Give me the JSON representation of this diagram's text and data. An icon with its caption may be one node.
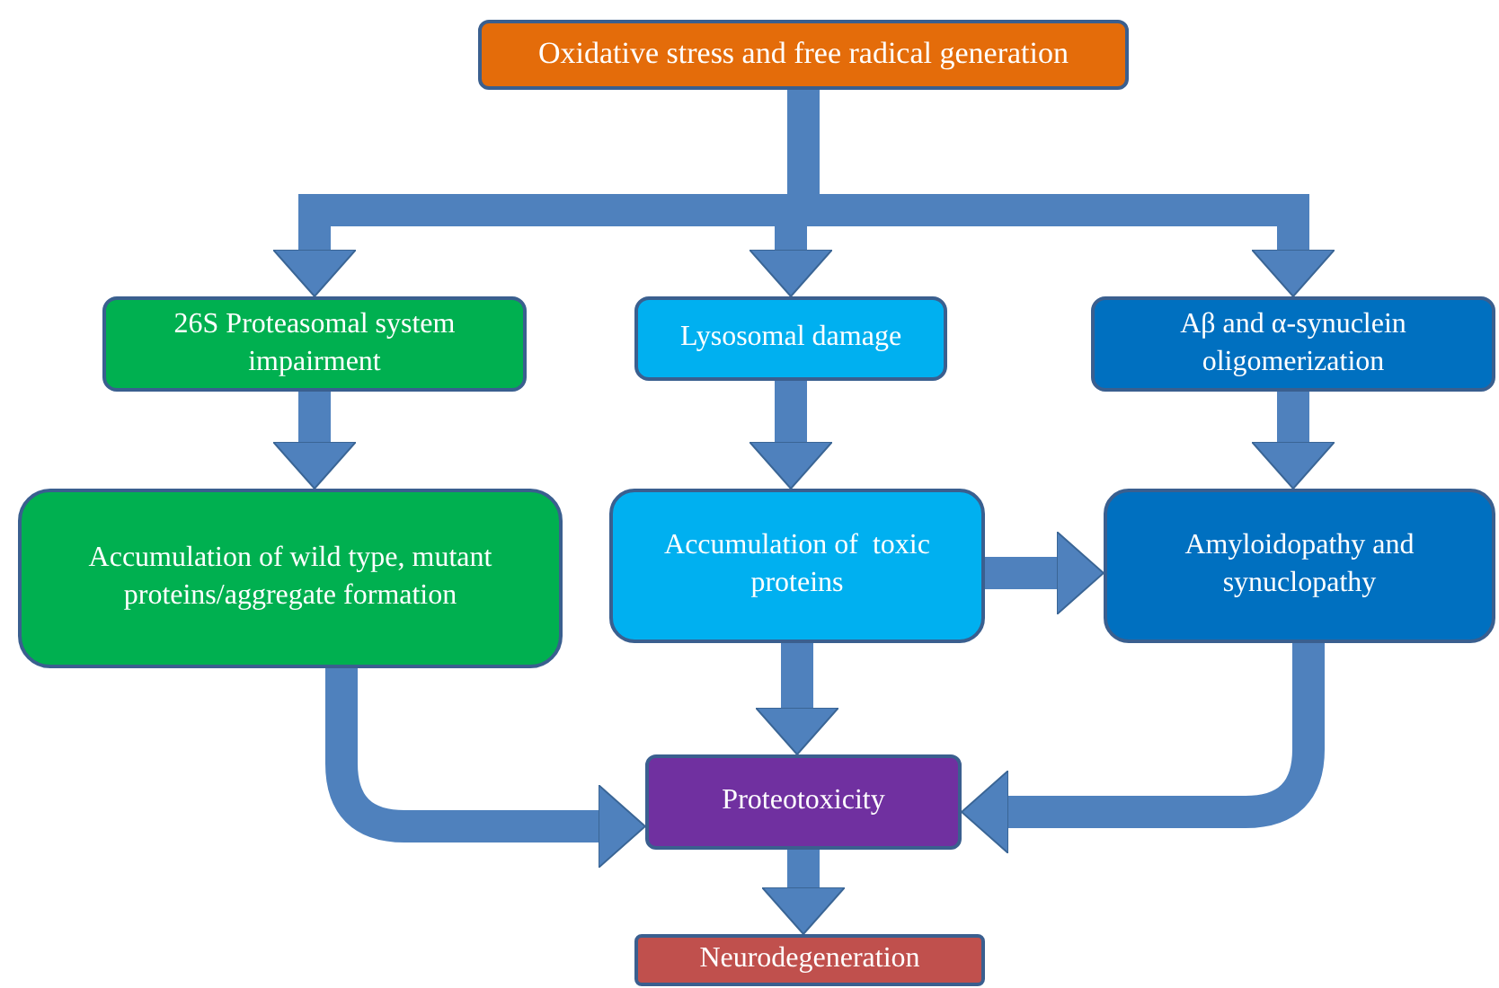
{
  "diagram": {
    "nodes": [
      {
        "text": [
          "Oxidative stress and free radical generation"
        ]
      },
      {
        "text": [
          "26S Proteasomal system impairment"
        ]
      },
      {
        "text": [
          "Lysosomal damage"
        ]
      },
      {
        "text": [
          "Aβ and α-synuclein oligomerization"
        ]
      },
      {
        "text": [
          "Accumulation of wild type, mutant proteins/aggregate formation"
        ]
      },
      {
        "text": [
          "Accumulation of  toxic proteins"
        ]
      },
      {
        "text": [
          "Amyloidopathy and synuclopathy"
        ]
      },
      {
        "text": [
          "Proteotoxicity"
        ]
      },
      {
        "text": [
          "Neurodegeneration"
        ]
      }
    ],
    "edges": [
      {
        "from": 0,
        "to": 1,
        "arrow": "to"
      },
      {
        "from": 0,
        "to": 2,
        "arrow": "to"
      },
      {
        "from": 0,
        "to": 3,
        "arrow": "to"
      },
      {
        "from": 1,
        "to": 4,
        "arrow": "to"
      },
      {
        "from": 2,
        "to": 5,
        "arrow": "to"
      },
      {
        "from": 3,
        "to": 6,
        "arrow": "to"
      },
      {
        "from": 5,
        "to": 6,
        "arrow": "to"
      },
      {
        "from": 4,
        "to": 7,
        "arrow": "to"
      },
      {
        "from": 5,
        "to": 7,
        "arrow": "to"
      },
      {
        "from": 6,
        "to": 7,
        "arrow": "to"
      },
      {
        "from": 7,
        "to": 8,
        "arrow": "to"
      }
    ]
  }
}
